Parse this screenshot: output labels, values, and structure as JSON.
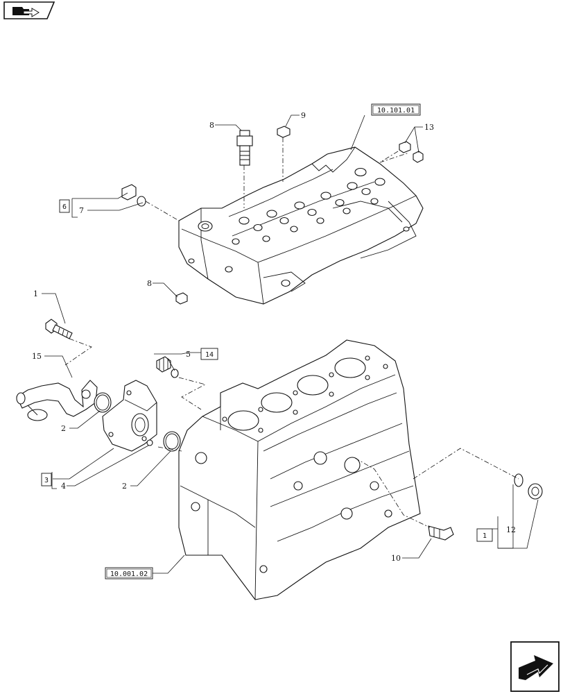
{
  "nav": {
    "top_icon": "folder-arrow-icon",
    "bottom_icon": "next-page-arrow-icon"
  },
  "refs": {
    "cylinder_head": "10.101.01",
    "engine_block": "10.001.02",
    "kit_6": "6",
    "kit_14": "14",
    "kit_3": "3",
    "kit_1": "1"
  },
  "callouts": {
    "c1": "1",
    "c2a": "2",
    "c2b": "2",
    "c4": "4",
    "c5": "5",
    "c7": "7",
    "c8a": "8",
    "c8b": "8",
    "c9": "9",
    "c10": "10",
    "c12": "12",
    "c13": "13",
    "c15": "15"
  }
}
